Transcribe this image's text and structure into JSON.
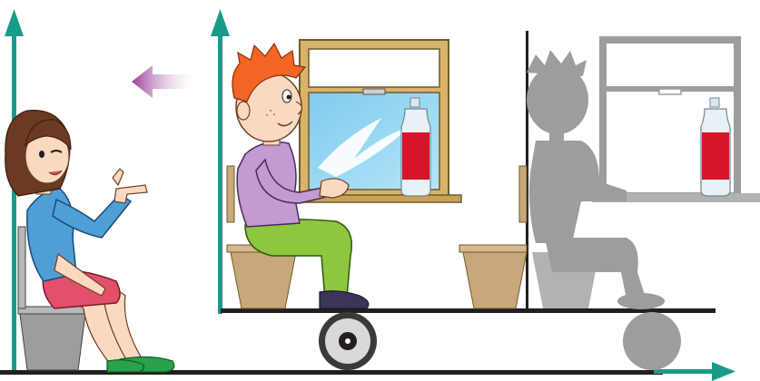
{
  "scene": {
    "figures": [
      {
        "id": "observer-girl",
        "role": "stationary observer pointing at the carriage"
      },
      {
        "id": "seated-boy",
        "role": "passenger seated in moving carriage"
      },
      {
        "id": "boy-ghost",
        "role": "earlier position of passenger (gray silhouette)"
      }
    ],
    "objects": [
      "window",
      "bottle",
      "wheel",
      "bench"
    ],
    "icons": [
      "purple-left-arrow-icon",
      "teal-up-arrow-icon",
      "teal-right-arrow-icon"
    ]
  },
  "colors": {
    "axis": "#1a9b8a",
    "motion_arrow": "#9a3d9a",
    "ground": "#231f20",
    "window_frame": "#d8b46a",
    "glass": "#8fd1f0",
    "bottle": "#d6152a",
    "ghost": "#9d9d9d",
    "girl_shirt": "#4f9fd6",
    "girl_shorts": "#e2506a",
    "boy_shirt": "#c39ad2",
    "boy_pants": "#8ec63f",
    "hair_girl": "#6b3a22",
    "hair_boy": "#f26522",
    "bench": "#c8a87a"
  }
}
